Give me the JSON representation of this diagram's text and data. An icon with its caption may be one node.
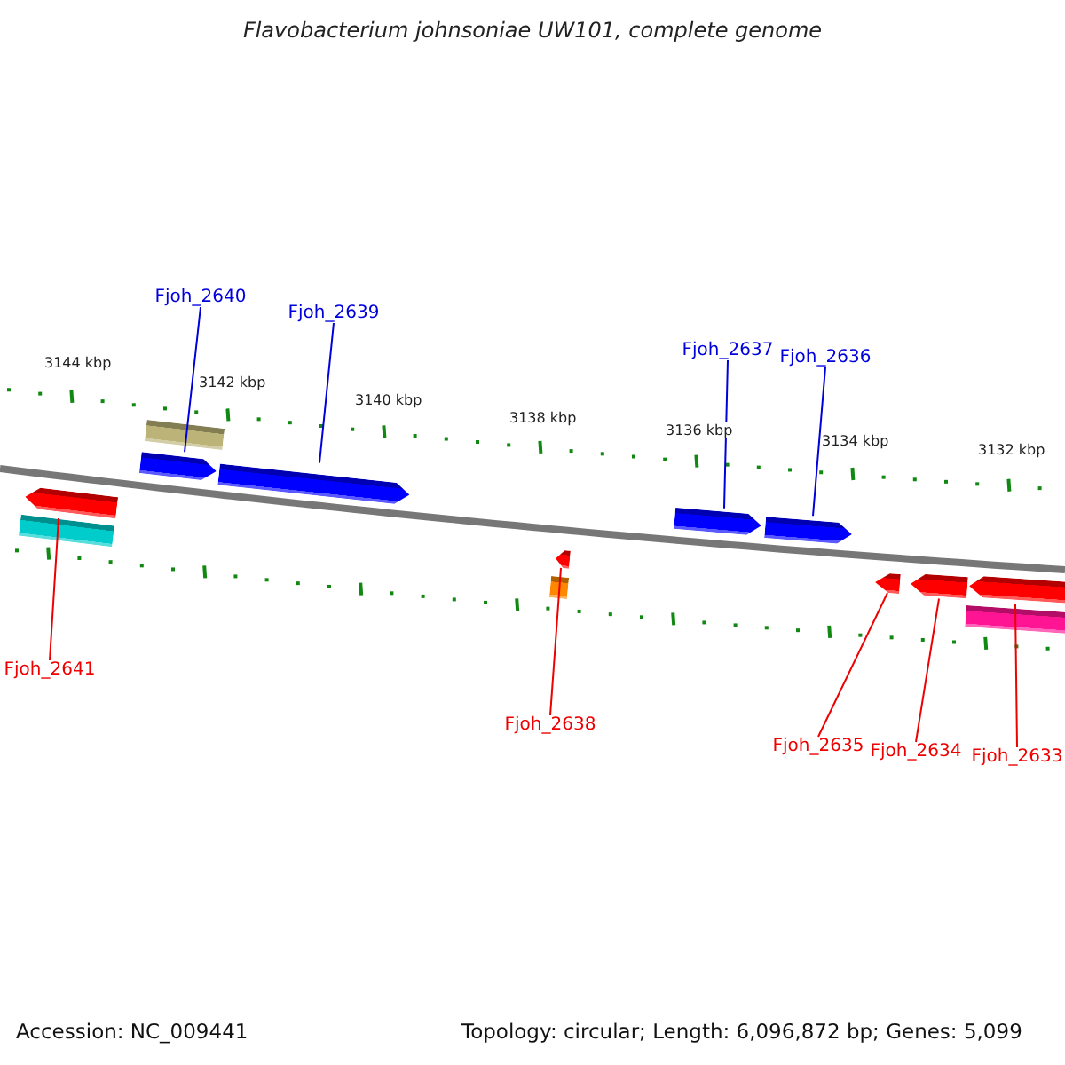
{
  "diagram": {
    "title": "Flavobacterium johnsoniae UW101, complete genome",
    "nodes": [
      {
        "text": [
          "Fjoh_2640"
        ]
      },
      {
        "text": [
          "Fjoh_2639"
        ]
      },
      {
        "text": [
          "Fjoh_2637"
        ]
      },
      {
        "text": [
          "Fjoh_2636"
        ]
      },
      {
        "text": [
          "Fjoh_2641"
        ]
      },
      {
        "text": [
          "Fjoh_2638"
        ]
      },
      {
        "text": [
          "Fjoh_2635"
        ]
      },
      {
        "text": [
          "Fjoh_2634"
        ]
      },
      {
        "text": [
          "Fjoh_2633"
        ]
      },
      {
        "text": [],
        "shape": "pentagon"
      },
      {
        "text": [],
        "shape": "pentagon"
      },
      {
        "text": [],
        "shape": "pentagon"
      },
      {
        "text": [],
        "shape": "pentagon"
      },
      {
        "text": [],
        "shape": "pentagon"
      },
      {
        "text": [],
        "shape": "pentagon"
      },
      {
        "text": [],
        "shape": "pentagon"
      },
      {
        "text": [],
        "shape": "pentagon"
      },
      {
        "text": [],
        "shape": "pentagon"
      },
      {
        "text": [],
        "shape": "bar"
      },
      {
        "text": [],
        "shape": "bar"
      },
      {
        "text": [],
        "shape": "bar"
      },
      {
        "text": [],
        "shape": "bar"
      }
    ],
    "edges": [
      {
        "from": 0,
        "to": 10,
        "arrow": "none",
        "color": "#0000dd"
      },
      {
        "from": 1,
        "to": 11,
        "arrow": "none",
        "color": "#0000dd"
      },
      {
        "from": 2,
        "to": 13,
        "arrow": "none",
        "color": "#0000dd"
      },
      {
        "from": 3,
        "to": 14,
        "arrow": "none",
        "color": "#0000dd"
      },
      {
        "from": 4,
        "to": 9,
        "arrow": "none"
      },
      {
        "from": 5,
        "to": 12,
        "arrow": "none"
      },
      {
        "from": 6,
        "to": 15,
        "arrow": "none"
      },
      {
        "from": 7,
        "to": 16,
        "arrow": "none"
      },
      {
        "from": 8,
        "to": 17,
        "arrow": "none"
      }
    ],
    "labels": [
      "3144 kbp",
      "3142 kbp",
      "3140 kbp",
      "3138 kbp",
      "3136 kbp",
      "3134 kbp",
      "3132 kbp",
      "Accession: NC_009441",
      "Topology: circular; Length: 6,096,872 bp; Genes: 5,099"
    ]
  }
}
